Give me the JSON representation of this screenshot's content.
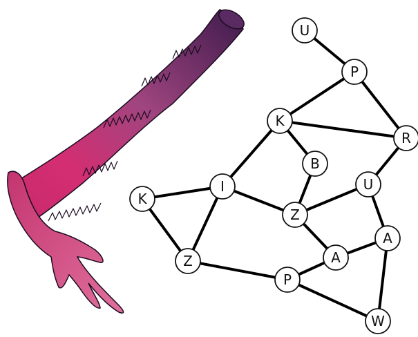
{
  "graph": {
    "nodes": [
      {
        "id": "n_u_top",
        "label": "U"
      },
      {
        "id": "n_p_top",
        "label": "P"
      },
      {
        "id": "n_k_mid",
        "label": "K"
      },
      {
        "id": "n_r",
        "label": "R"
      },
      {
        "id": "n_b",
        "label": "B"
      },
      {
        "id": "n_u_mid",
        "label": "U"
      },
      {
        "id": "n_k_left",
        "label": "K"
      },
      {
        "id": "n_i",
        "label": "I"
      },
      {
        "id": "n_z_mid",
        "label": "Z"
      },
      {
        "id": "n_a_right",
        "label": "A"
      },
      {
        "id": "n_a_mid",
        "label": "A"
      },
      {
        "id": "n_z_bottom",
        "label": "Z"
      },
      {
        "id": "n_p_bottom",
        "label": "P"
      },
      {
        "id": "n_w",
        "label": "W"
      }
    ],
    "edges": [
      [
        "n_u_top",
        "n_p_top"
      ],
      [
        "n_p_top",
        "n_k_mid"
      ],
      [
        "n_p_top",
        "n_r"
      ],
      [
        "n_k_mid",
        "n_r"
      ],
      [
        "n_k_mid",
        "n_b"
      ],
      [
        "n_k_mid",
        "n_i"
      ],
      [
        "n_r",
        "n_u_mid"
      ],
      [
        "n_b",
        "n_z_mid"
      ],
      [
        "n_u_mid",
        "n_z_mid"
      ],
      [
        "n_u_mid",
        "n_a_right"
      ],
      [
        "n_k_left",
        "n_i"
      ],
      [
        "n_k_left",
        "n_z_bottom"
      ],
      [
        "n_i",
        "n_z_mid"
      ],
      [
        "n_i",
        "n_z_bottom"
      ],
      [
        "n_z_mid",
        "n_a_mid"
      ],
      [
        "n_a_mid",
        "n_a_right"
      ],
      [
        "n_a_mid",
        "n_p_bottom"
      ],
      [
        "n_z_bottom",
        "n_p_bottom"
      ],
      [
        "n_p_bottom",
        "n_w"
      ],
      [
        "n_a_right",
        "n_w"
      ]
    ]
  },
  "colors": {
    "edge": "#000000",
    "node_fill": "#ffffff",
    "node_stroke": "#111111",
    "brush_dark": "#4a1f55",
    "brush_mid": "#a0457f",
    "brush_pink": "#d42e72",
    "brush_hand": "#cf3b78"
  },
  "illustration": {
    "icon": "hand-brush-illustration"
  }
}
